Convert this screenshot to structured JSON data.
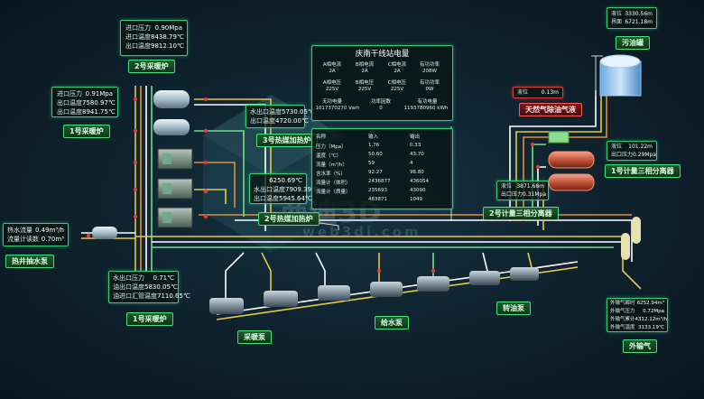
{
  "panel_boiler2": {
    "title": "2号采暖炉",
    "rows": [
      {
        "label": "进口压力",
        "value": "0.90Mpa"
      },
      {
        "label": "进口温度",
        "value": "8438.79℃"
      },
      {
        "label": "出口温度",
        "value": "9812.10℃"
      }
    ]
  },
  "panel_boiler1": {
    "title": "1号采暖炉",
    "rows": [
      {
        "label": "进口压力",
        "value": "0.91Mpa"
      },
      {
        "label": "出口温度",
        "value": "7580.97℃"
      },
      {
        "label": "出口温度",
        "value": "8941.75℃"
      }
    ]
  },
  "panel_hotwater": {
    "title": "热井抽水泵",
    "rows": [
      {
        "label": "热水流量",
        "value": "0.49m³/h"
      },
      {
        "label": "流量计读数",
        "value": "0.70m³"
      }
    ]
  },
  "panel_boiler1_bottom": {
    "title": "1号采暖炉",
    "rows": [
      {
        "label": "水出口压力",
        "value": "0.71℃"
      },
      {
        "label": "油出口温度",
        "value": "5830.05℃"
      },
      {
        "label": "油进口汇管温度",
        "value": "7110.65℃"
      }
    ]
  },
  "panel_furnace3": {
    "title": "3号热媒加热炉",
    "rows": [
      {
        "label": "水出口温度",
        "value": "5730.05℃"
      },
      {
        "label": "出口温度",
        "value": "4720.00℃"
      }
    ]
  },
  "panel_furnace2": {
    "title": "2号热媒加热炉",
    "rows": [
      {
        "label": "",
        "value": "6250.69℃"
      },
      {
        "label": "水出口温度",
        "value": "7909.39℃"
      },
      {
        "label": "出口温度",
        "value": "5945.64℃"
      }
    ]
  },
  "panel_power": {
    "title": "庆南干线站电量",
    "headers": [
      "A相电流",
      "B相电流",
      "C相电流",
      "有功功率"
    ],
    "row1": [
      "2A",
      "2A",
      "2A",
      "208W"
    ],
    "headers2": [
      "A相电压",
      "B相电压",
      "C相电压",
      "有功功率"
    ],
    "row2": [
      "225V",
      "225V",
      "225V",
      "0W"
    ],
    "headers3": [
      "无功电量",
      "功率因数",
      "有功电量"
    ],
    "row3": [
      "1017370270 Varh",
      "0",
      "1193780960 kWh"
    ]
  },
  "panel_table": {
    "cols": [
      "名称",
      "输入",
      "输出"
    ],
    "rows": [
      [
        "压力（Mpa）",
        "1.76",
        "0.33"
      ],
      [
        "温度（℃）",
        "50.60",
        "43.70"
      ],
      [
        "流量（m³/h）",
        "59",
        "4"
      ],
      [
        "含水率（%）",
        "92.27",
        "96.80"
      ],
      [
        "流量计（体积）",
        "2436877",
        "436054"
      ],
      [
        "流量计（质量）",
        "235693",
        "43090"
      ],
      [
        "",
        "483871",
        "1049"
      ]
    ]
  },
  "panel_tank": {
    "title": "污油罐",
    "rows": [
      {
        "label": "液位",
        "value": "3330.56m"
      },
      {
        "label": "界面",
        "value": "6721.18m"
      }
    ]
  },
  "panel_sep_small": {
    "title": "天然气除油气液",
    "rows": [
      {
        "label": "液位",
        "value": "0.13m"
      }
    ]
  },
  "panel_sep1": {
    "title": "1号计量三相分离器",
    "rows": [
      {
        "label": "液位",
        "value": "101.22m"
      },
      {
        "label": "出口压力",
        "value": "0.29Mpa"
      }
    ]
  },
  "panel_sep2": {
    "title": "2号计量三相分离器",
    "rows": [
      {
        "label": "液位",
        "value": "3871.68m"
      },
      {
        "label": "出口压力",
        "value": "0.31Mpa"
      }
    ]
  },
  "panel_gas": {
    "title": "外输气",
    "rows": [
      {
        "label": "外输气瞬时",
        "value": "6252.94m³"
      },
      {
        "label": "外输气压力",
        "value": "0.72Mpa"
      },
      {
        "label": "外输气累计",
        "value": "4312.12m³/h"
      },
      {
        "label": "外输气温度",
        "value": "3133.19℃"
      }
    ]
  },
  "labels": {
    "pump_heating": "采暖泵",
    "pump_feed": "给水泵",
    "pump_transfer": "转油泵"
  },
  "watermark": {
    "main": "商迪3D",
    "sub": "web3di.com"
  },
  "colors": {
    "accent": "#2fd07a",
    "alarm": "#e23b3b",
    "pipe_yellow": "#e8c840",
    "pipe_green": "#6fe08a"
  }
}
